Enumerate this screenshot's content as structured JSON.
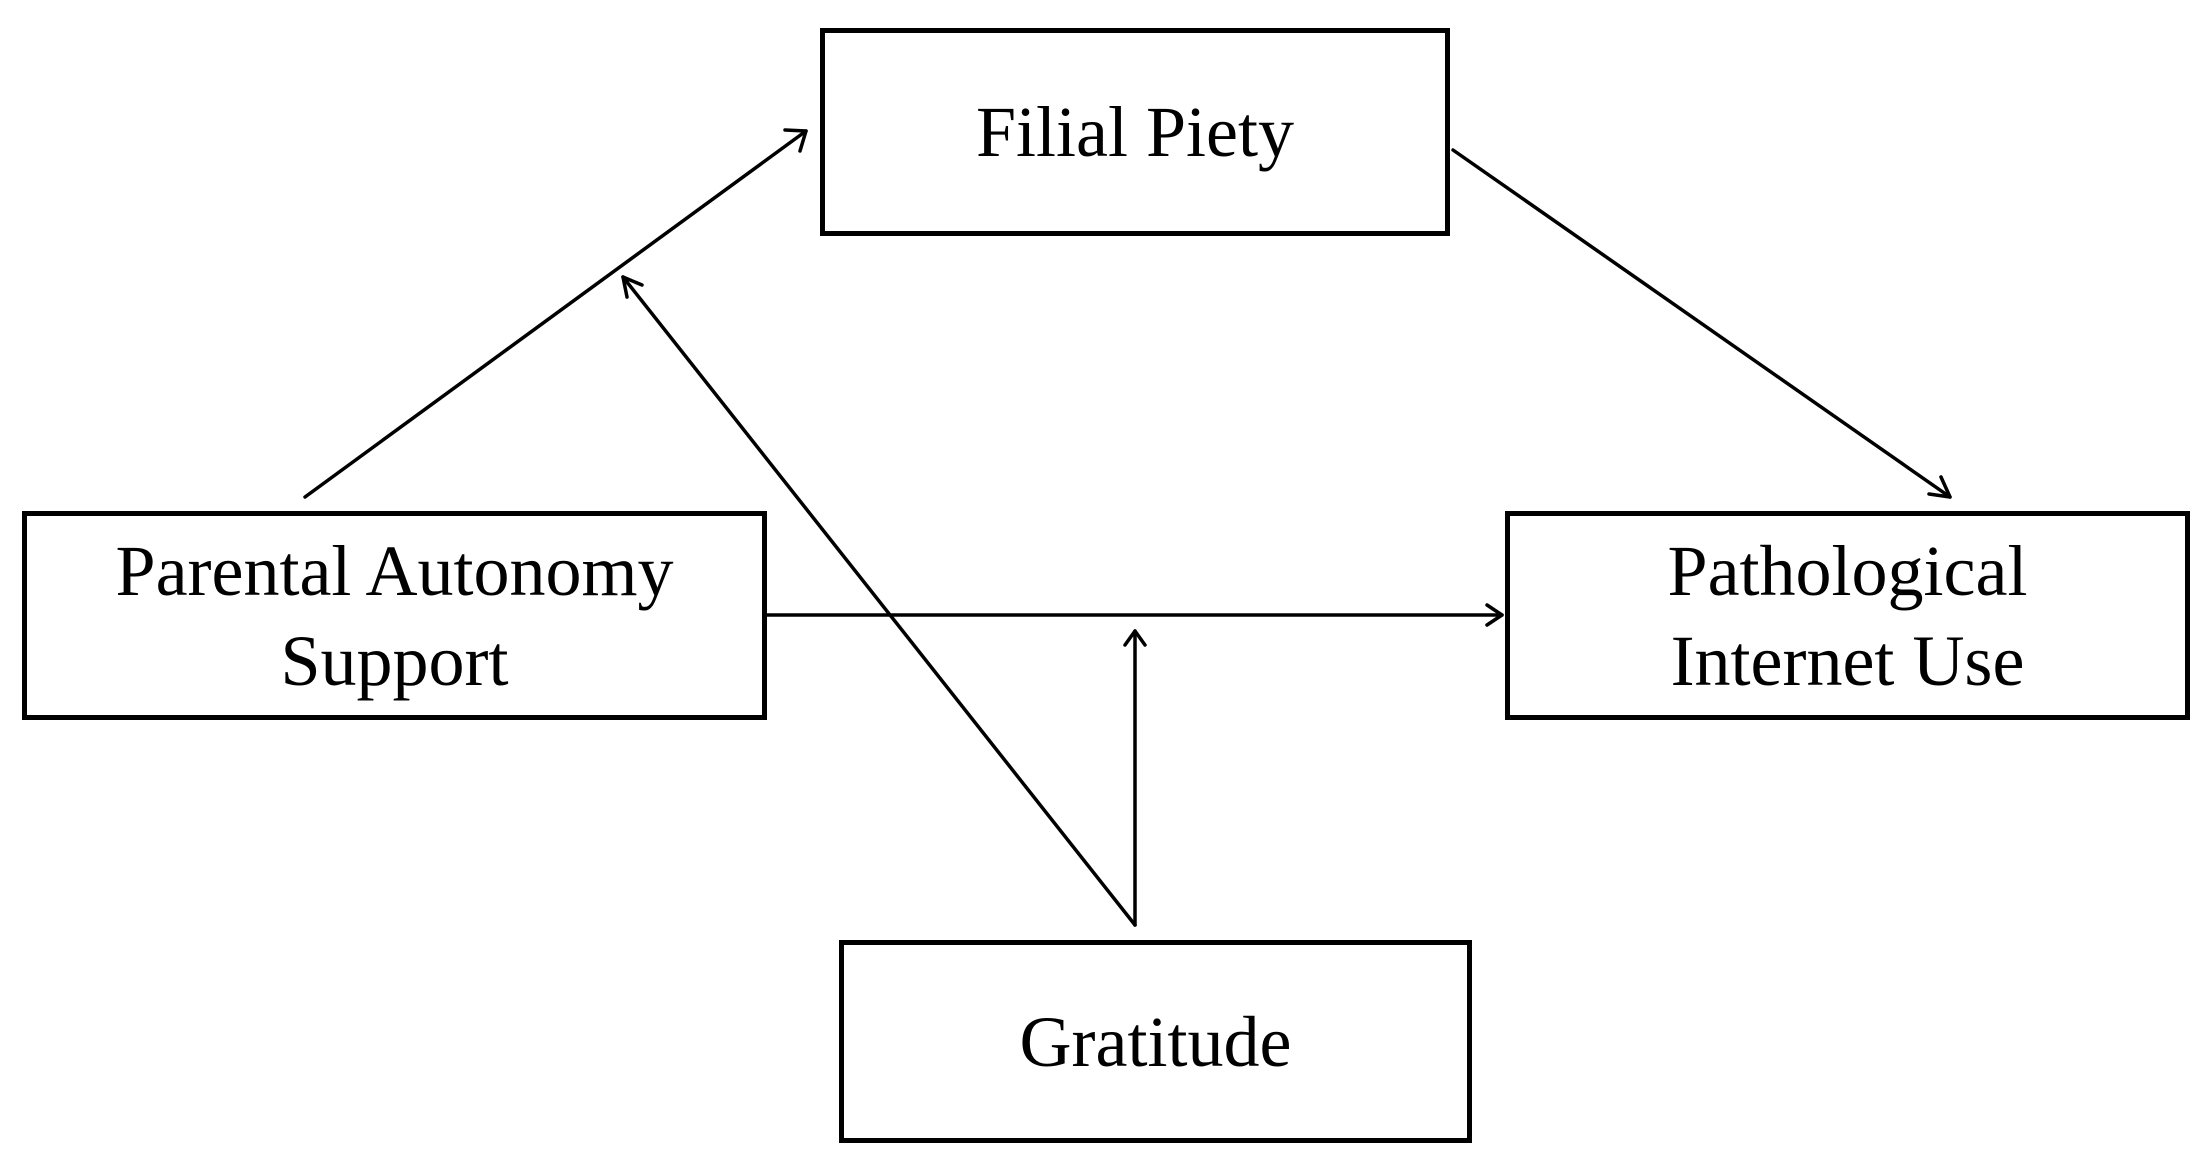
{
  "nodes": {
    "filial_piety": {
      "lines": [
        "Filial Piety"
      ]
    },
    "parental_autonomy_support": {
      "lines": [
        "Parental Autonomy",
        "Support"
      ]
    },
    "pathological_internet_use": {
      "lines": [
        "Pathological",
        "Internet Use"
      ]
    },
    "gratitude": {
      "lines": [
        "Gratitude"
      ]
    }
  },
  "edges": [
    {
      "from": "Parental Autonomy Support",
      "to": "Filial Piety"
    },
    {
      "from": "Filial Piety",
      "to": "Pathological Internet Use"
    },
    {
      "from": "Parental Autonomy Support",
      "to": "Pathological Internet Use"
    },
    {
      "from": "Gratitude",
      "to": "path: Parental Autonomy Support → Filial Piety"
    },
    {
      "from": "Gratitude",
      "to": "path: Parental Autonomy Support → Pathological Internet Use"
    }
  ],
  "colors": {
    "stroke": "#000000",
    "background": "#ffffff"
  }
}
